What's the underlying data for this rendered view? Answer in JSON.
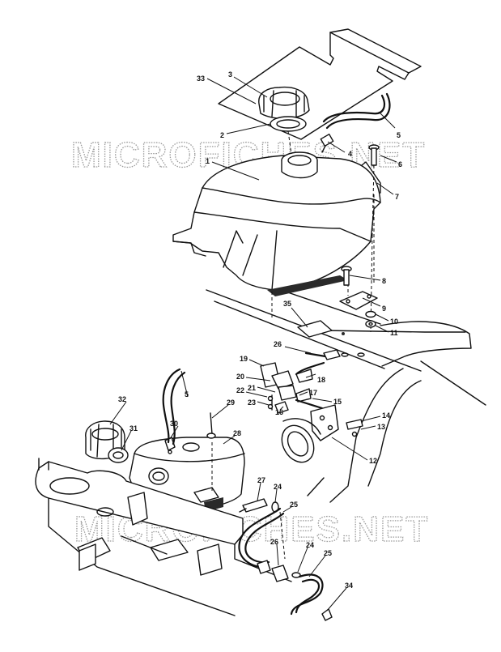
{
  "watermark": {
    "text": "MICROFICHES.NET"
  },
  "callouts": [
    {
      "id": "c33",
      "label": "33"
    },
    {
      "id": "c3",
      "label": "3"
    },
    {
      "id": "c2",
      "label": "2"
    },
    {
      "id": "c1",
      "label": "1"
    },
    {
      "id": "c5a",
      "label": "5"
    },
    {
      "id": "c4",
      "label": "4"
    },
    {
      "id": "c6",
      "label": "6"
    },
    {
      "id": "c7",
      "label": "7"
    },
    {
      "id": "c8",
      "label": "8"
    },
    {
      "id": "c9",
      "label": "9"
    },
    {
      "id": "c10",
      "label": "10"
    },
    {
      "id": "c11",
      "label": "11"
    },
    {
      "id": "c35",
      "label": "35"
    },
    {
      "id": "c26a",
      "label": "26"
    },
    {
      "id": "c19",
      "label": "19"
    },
    {
      "id": "c18",
      "label": "18"
    },
    {
      "id": "c20",
      "label": "20"
    },
    {
      "id": "c21",
      "label": "21"
    },
    {
      "id": "c22",
      "label": "22"
    },
    {
      "id": "c17",
      "label": "17"
    },
    {
      "id": "c23",
      "label": "23"
    },
    {
      "id": "c16",
      "label": "16"
    },
    {
      "id": "c15",
      "label": "15"
    },
    {
      "id": "c14",
      "label": "14"
    },
    {
      "id": "c13",
      "label": "13"
    },
    {
      "id": "c12",
      "label": "12"
    },
    {
      "id": "c32",
      "label": "32"
    },
    {
      "id": "c5b",
      "label": "5"
    },
    {
      "id": "c29",
      "label": "29"
    },
    {
      "id": "c31",
      "label": "31"
    },
    {
      "id": "c30",
      "label": "30"
    },
    {
      "id": "c28",
      "label": "28"
    },
    {
      "id": "c27",
      "label": "27"
    },
    {
      "id": "c24a",
      "label": "24"
    },
    {
      "id": "c25a",
      "label": "25"
    },
    {
      "id": "c26b",
      "label": "26"
    },
    {
      "id": "c24b",
      "label": "24"
    },
    {
      "id": "c25b",
      "label": "25"
    },
    {
      "id": "c34",
      "label": "34"
    }
  ],
  "colors": {
    "ink": "#111111",
    "watermark": "#9a9a9a",
    "background": "#ffffff"
  }
}
